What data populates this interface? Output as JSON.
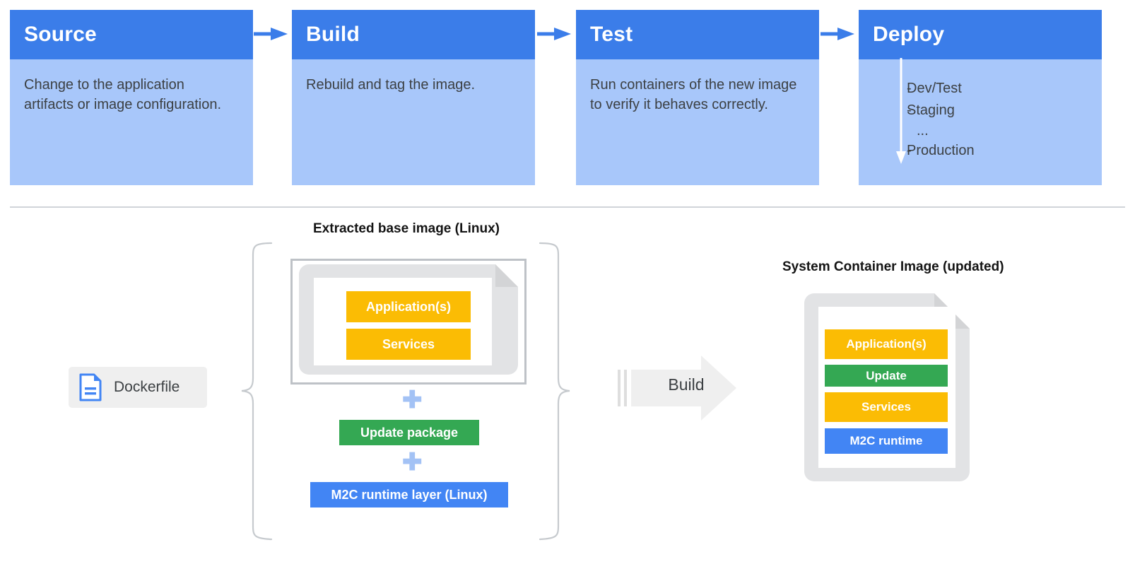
{
  "pipeline": {
    "stages": [
      {
        "title": "Source",
        "body": "Change to the application artifacts or image configuration."
      },
      {
        "title": "Build",
        "body": "Rebuild and tag the image."
      },
      {
        "title": "Test",
        "body": "Run containers of the new image to verify it behaves correctly."
      },
      {
        "title": "Deploy",
        "body": ""
      }
    ],
    "deploy_environments": [
      "Dev/Test",
      "Staging",
      "Production"
    ],
    "deploy_ellipsis": "...",
    "dash": "-",
    "connector_icon": "arrow-right-icon",
    "deploy_flow_icon": "arrow-down-icon"
  },
  "lower": {
    "base_image_caption": "Extracted base image (Linux)",
    "system_container_caption": "System Container Image (updated)",
    "dockerfile_label": "Dockerfile",
    "dockerfile_icon": "document-icon",
    "build_label": "Build",
    "build_icon": "block-arrow-right-icon",
    "plus_icon": "plus-icon",
    "base_layers": [
      {
        "label": "Application(s)",
        "color": "#FBBC04"
      },
      {
        "label": "Services",
        "color": "#FBBC04"
      }
    ],
    "added_layers": [
      {
        "label": "Update package",
        "color": "#34A853"
      },
      {
        "label": "M2C runtime layer (Linux)",
        "color": "#4285F4"
      }
    ],
    "result_layers": [
      {
        "label": "Application(s)",
        "color": "#FBBC04"
      },
      {
        "label": "Update",
        "color": "#34A853"
      },
      {
        "label": "Services",
        "color": "#FBBC04"
      },
      {
        "label": "M2C runtime",
        "color": "#4285F4"
      }
    ]
  },
  "colors": {
    "header_blue": "#3B7DE9",
    "body_blue": "#A8C7FA",
    "orange": "#FBBC04",
    "green": "#34A853",
    "blue": "#4285F4",
    "plus_blue": "#A3C2F5",
    "gray_doc": "#E2E3E5",
    "divider": "#D0D4D9"
  }
}
